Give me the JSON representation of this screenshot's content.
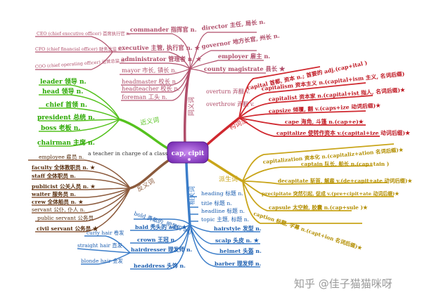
{
  "center": {
    "label": "cap, cipit"
  },
  "colors": {
    "synonyms": "#b04e6a",
    "near_synonyms": "#55c21e",
    "antonyms": "#8b5a3c",
    "word_building": "#d0282f",
    "derivatives": "#c9a51a",
    "related": "#3b7dc9",
    "center_fill": "#8e44c6"
  },
  "branches": {
    "synonyms": {
      "label": "同义词",
      "items": [
        {
          "text": "director 主任, 局长 n."
        },
        {
          "text": "commander 指挥官 n."
        },
        {
          "text": "executive 主管, 执行官 n.  ★"
        },
        {
          "text": "governor 地方长官, 州长 n."
        },
        {
          "text": "employer 雇主 n."
        },
        {
          "text": "administrator 管理者 n. ★"
        },
        {
          "text": "county magistrate 县长  ★"
        },
        {
          "text": "mayor 市长, 镇长 n."
        },
        {
          "text": "headmaster 校长 n."
        },
        {
          "text": "headteacher 校长 n."
        },
        {
          "text": "foreman 工头 n."
        }
      ],
      "subitems": [
        {
          "text": "CEO (chief executive officer) 首席执行官 n."
        },
        {
          "text": "CFO (chief financial officer) 财务总监 n."
        },
        {
          "text": "COO (chief operating officer) 运营总监 n."
        }
      ],
      "extras": [
        {
          "text": "overturn 弄翻 v."
        },
        {
          "text": "overthrow 弄翻 v."
        }
      ]
    },
    "near_synonyms": {
      "label": "近义词",
      "items": [
        {
          "text": "leader 领导 n."
        },
        {
          "text": "head 领导 n."
        },
        {
          "text": "chief 首领 n."
        },
        {
          "text": "president 总统 n."
        },
        {
          "text": "boss 老板 n."
        },
        {
          "text": "chairman 主席 n."
        }
      ]
    },
    "antonyms": {
      "label": "反义词",
      "note": "a teacher in charge of a class 班主任",
      "items": [
        {
          "text": "employee 雇员 n."
        },
        {
          "text": "faculty 全体教职员 n. ★"
        },
        {
          "text": "staff 全体职员 n."
        },
        {
          "text": "publicist 公关人员 n. ★"
        },
        {
          "text": "waiter 服务员 n."
        },
        {
          "text": "crew 全体船员 n. ★"
        },
        {
          "text": "servant 公仆, 仆人 n."
        },
        {
          "text": "public servant 公务员"
        },
        {
          "text": "civil servant 公务员 ★"
        }
      ]
    },
    "word_building": {
      "label": "构词法",
      "items": [
        {
          "text": "capital 首都, 资本 n.; 首要的 adj.(cap+ital )"
        },
        {
          "text": "capitalism 资本主义 n.(capital+ism 主义, 名词后缀)"
        },
        {
          "text": "capitalist 资本家 n.(capital+ist 指人, 名词后缀)★"
        },
        {
          "text": "capsize 倾覆, 翻 v.(caps+ize 动词后缀)★"
        },
        {
          "text": "cape 海角, 斗篷 n.(cap+e)★"
        },
        {
          "text": "capitalize 使转作资本 v.(capital+ize 动词后缀)★"
        }
      ]
    },
    "derivatives": {
      "label": "派生词",
      "items": [
        {
          "text": "capitalization 资本化 n.(capitaliz+ation 名词后缀)★"
        },
        {
          "text": "captain 队长, 船长 n.(cap+tain )"
        },
        {
          "text": "decapitate 斩首, 解雇 v.(de+capit+ate 动词后缀)★"
        },
        {
          "text": "precipitate 突然引起, 促成 v.(pre+cipit+ate 动词后缀)★"
        },
        {
          "text": "capsule 太空舱, 胶囊 n.(cap+sule )★"
        },
        {
          "text": "caption 标题, 字幕 n.(capt+ion 名词后缀)★"
        }
      ]
    },
    "related": {
      "label": "相关词",
      "items": [
        {
          "text": "heading 标题 n."
        },
        {
          "text": "title 标题 n."
        },
        {
          "text": "headline 标题 n."
        },
        {
          "text": "topic 主题, 标题 n."
        },
        {
          "text": "hairstyle 发型 n."
        },
        {
          "text": "scalp 头皮 n. ★"
        },
        {
          "text": "helmet 头盔 n."
        },
        {
          "text": "barber 理发师 n."
        },
        {
          "text": "bold 勇敢的, 明显的 adj."
        },
        {
          "text": "bald 秃头的 adj. ★"
        },
        {
          "text": "crown 王冠 n."
        },
        {
          "text": "hairdresser 理发师 n."
        },
        {
          "text": "headdress 头饰 n."
        }
      ],
      "subitems": [
        {
          "text": "curly hair 卷发"
        },
        {
          "text": "straight hair 直发"
        },
        {
          "text": "blonde hair 金发"
        }
      ]
    }
  },
  "watermark": "知乎 @佳子猫猫咪呀"
}
